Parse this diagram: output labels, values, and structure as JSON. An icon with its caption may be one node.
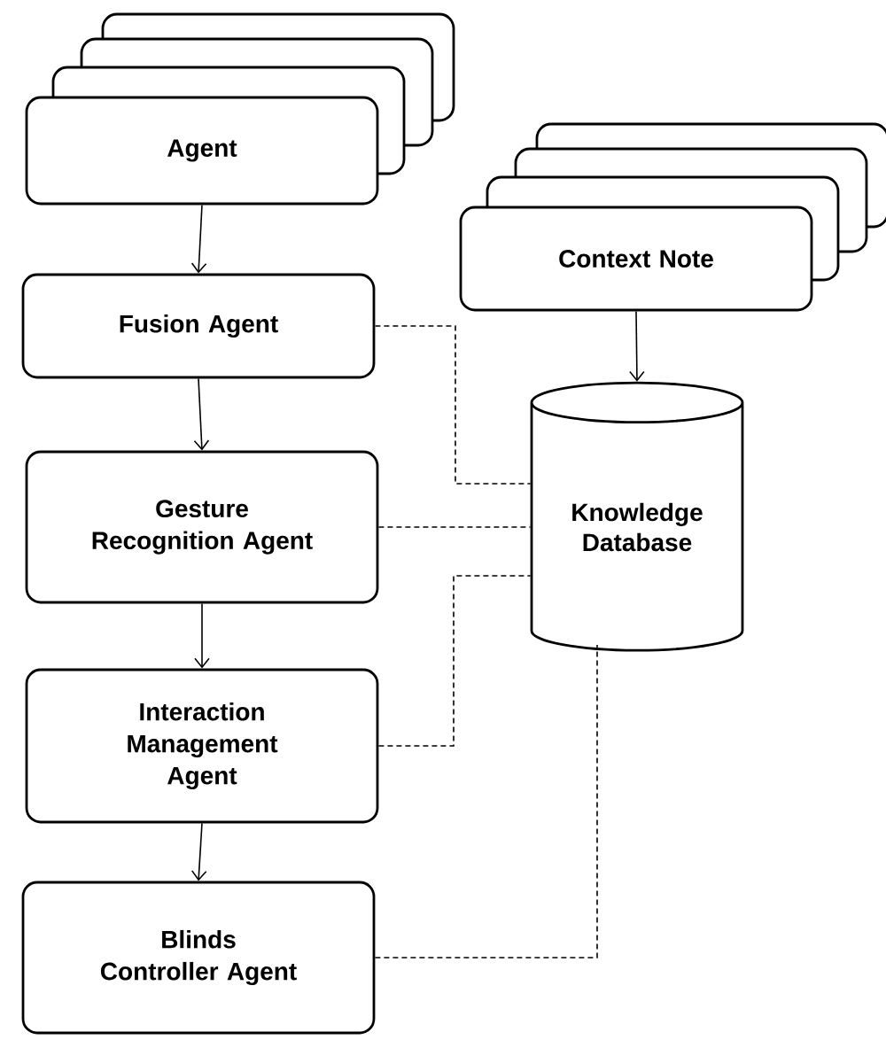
{
  "diagram": {
    "nodes": [
      {
        "text": [
          "Agent"
        ]
      },
      {
        "text": [
          "Fusion Agent"
        ]
      },
      {
        "text": [
          "Gesture Recognition Agent"
        ]
      },
      {
        "text": [
          "Interaction Management Agent"
        ]
      },
      {
        "text": [
          "Blinds Controller Agent"
        ]
      },
      {
        "text": [
          "Context Note"
        ]
      },
      {
        "text": [
          "Knowledge Database"
        ]
      }
    ],
    "edges": [
      {
        "from": 0,
        "to": 1,
        "arrow": "to"
      },
      {
        "from": 1,
        "to": 2,
        "arrow": "to"
      },
      {
        "from": 2,
        "to": 3,
        "arrow": "to"
      },
      {
        "from": 3,
        "to": 4,
        "arrow": "to"
      },
      {
        "from": 5,
        "to": 6,
        "arrow": "to"
      },
      {
        "from": 1,
        "to": 6,
        "arrow": "none",
        "style": "dashed"
      },
      {
        "from": 2,
        "to": 6,
        "arrow": "none",
        "style": "dashed"
      },
      {
        "from": 3,
        "to": 6,
        "arrow": "none",
        "style": "dashed"
      },
      {
        "from": 4,
        "to": 6,
        "arrow": "none",
        "style": "dashed"
      }
    ]
  }
}
